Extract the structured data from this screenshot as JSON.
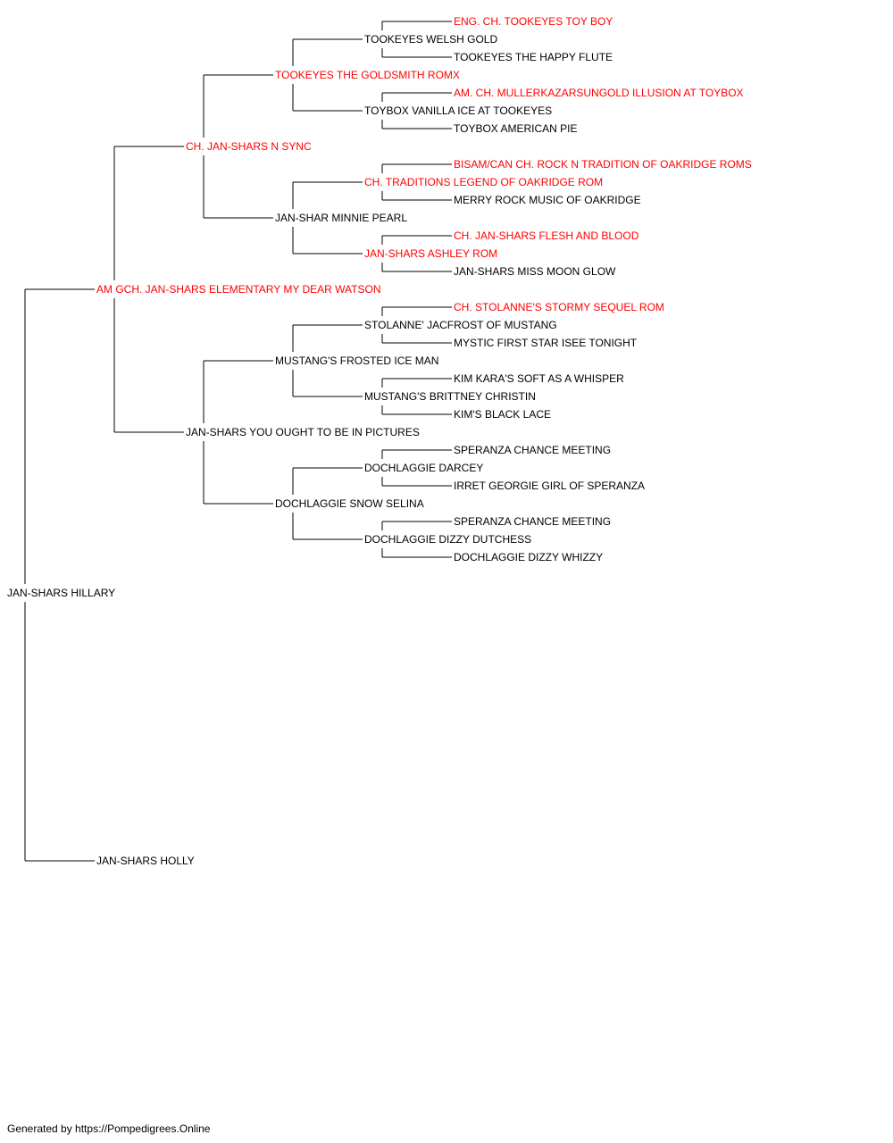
{
  "colors": {
    "champion": "#ff0000",
    "normal": "#000000",
    "line": "#000000"
  },
  "pedigree": {
    "name": "JAN-SHARS HILLARY",
    "champion": false,
    "sire": {
      "name": "AM GCH. JAN-SHARS ELEMENTARY MY DEAR WATSON",
      "champion": true,
      "sire": {
        "name": "CH. JAN-SHARS N SYNC",
        "champion": true,
        "sire": {
          "name": "TOOKEYES THE GOLDSMITH ROMX",
          "champion": true,
          "sire": {
            "name": "TOOKEYES WELSH GOLD",
            "champion": false,
            "sire": {
              "name": "ENG. CH. TOOKEYES TOY BOY",
              "champion": true
            },
            "dam": {
              "name": "TOOKEYES THE HAPPY FLUTE",
              "champion": false
            }
          },
          "dam": {
            "name": "TOYBOX VANILLA ICE AT TOOKEYES",
            "champion": false,
            "sire": {
              "name": "AM. CH. MULLERKAZARSUNGOLD ILLUSION AT TOYBOX",
              "champion": true
            },
            "dam": {
              "name": "TOYBOX AMERICAN PIE",
              "champion": false
            }
          }
        },
        "dam": {
          "name": "JAN-SHAR MINNIE PEARL",
          "champion": false,
          "sire": {
            "name": "CH. TRADITIONS LEGEND OF OAKRIDGE ROM",
            "champion": true,
            "sire": {
              "name": "BISAM/CAN CH. ROCK N TRADITION OF OAKRIDGE ROMS",
              "champion": true
            },
            "dam": {
              "name": "MERRY ROCK MUSIC OF OAKRIDGE",
              "champion": false
            }
          },
          "dam": {
            "name": "JAN-SHARS ASHLEY ROM",
            "champion": true,
            "sire": {
              "name": "CH. JAN-SHARS FLESH AND BLOOD",
              "champion": true
            },
            "dam": {
              "name": "JAN-SHARS MISS MOON GLOW",
              "champion": false
            }
          }
        }
      },
      "dam": {
        "name": "JAN-SHARS YOU OUGHT TO BE IN PICTURES",
        "champion": false,
        "sire": {
          "name": "MUSTANG'S FROSTED ICE MAN",
          "champion": false,
          "sire": {
            "name": "STOLANNE' JACFROST OF MUSTANG",
            "champion": false,
            "sire": {
              "name": "CH. STOLANNE'S STORMY SEQUEL ROM",
              "champion": true
            },
            "dam": {
              "name": "MYSTIC FIRST STAR ISEE TONIGHT",
              "champion": false
            }
          },
          "dam": {
            "name": "MUSTANG'S BRITTNEY CHRISTIN",
            "champion": false,
            "sire": {
              "name": "KIM KARA'S SOFT AS A WHISPER",
              "champion": false
            },
            "dam": {
              "name": "KIM'S BLACK LACE",
              "champion": false
            }
          }
        },
        "dam": {
          "name": "DOCHLAGGIE SNOW SELINA",
          "champion": false,
          "sire": {
            "name": "DOCHLAGGIE DARCEY",
            "champion": false,
            "sire": {
              "name": "SPERANZA CHANCE MEETING",
              "champion": false
            },
            "dam": {
              "name": "IRRET GEORGIE GIRL OF SPERANZA",
              "champion": false
            }
          },
          "dam": {
            "name": "DOCHLAGGIE DIZZY DUTCHESS",
            "champion": false,
            "sire": {
              "name": "SPERANZA CHANCE MEETING",
              "champion": false
            },
            "dam": {
              "name": "DOCHLAGGIE DIZZY WHIZZY",
              "champion": false
            }
          }
        }
      }
    },
    "dam": {
      "name": "JAN-SHARS HOLLY",
      "champion": false
    }
  },
  "footer": {
    "text": "Generated by https://Pompedigrees.Online"
  }
}
